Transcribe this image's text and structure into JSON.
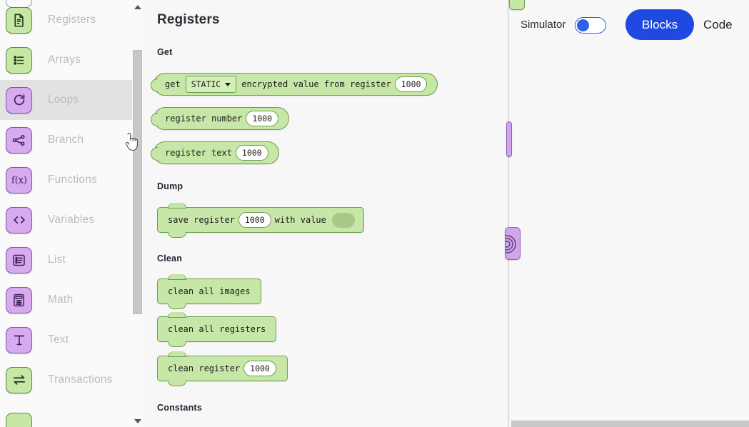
{
  "toolbox": {
    "categories": [
      {
        "label": "Registers",
        "icon": "document-icon",
        "color": "green",
        "selected": false
      },
      {
        "label": "Arrays",
        "icon": "list-icon",
        "color": "green",
        "selected": false
      },
      {
        "label": "Loops",
        "icon": "loop-icon",
        "color": "purple",
        "selected": true
      },
      {
        "label": "Branch",
        "icon": "branch-icon",
        "color": "purple",
        "selected": false
      },
      {
        "label": "Functions",
        "icon": "function-icon",
        "color": "purple",
        "selected": false
      },
      {
        "label": "Variables",
        "icon": "code-icon",
        "color": "purple",
        "selected": false
      },
      {
        "label": "List",
        "icon": "list-icon",
        "color": "purple",
        "selected": false
      },
      {
        "label": "Math",
        "icon": "calculator-icon",
        "color": "purple",
        "selected": false
      },
      {
        "label": "Text",
        "icon": "text-icon",
        "color": "purple",
        "selected": false
      },
      {
        "label": "Transactions",
        "icon": "exchange-icon",
        "color": "green",
        "selected": false
      }
    ],
    "scroll_up_icon": "triangle-up-icon",
    "scroll_down_icon": "triangle-down-icon"
  },
  "flyout": {
    "title": "Registers",
    "groups": [
      {
        "label": "Get"
      },
      {
        "label": "Dump"
      },
      {
        "label": "Clean"
      },
      {
        "label": "Constants"
      }
    ],
    "blocks": {
      "get_encrypted": {
        "prefix": "get",
        "dropdown_value": "STATIC",
        "middle": "encrypted value from register",
        "register": "1000"
      },
      "register_number": {
        "label": "register number",
        "value": "1000"
      },
      "register_text": {
        "label": "register text",
        "value": "1000"
      },
      "save_register": {
        "prefix": "save register",
        "value": "1000",
        "suffix": "with value"
      },
      "clean_all_images": {
        "label": "clean all images"
      },
      "clean_all_registers": {
        "label": "clean all registers"
      },
      "clean_register": {
        "label": "clean register",
        "value": "1000"
      }
    }
  },
  "toolbar": {
    "simulator_label": "Simulator",
    "simulator_on": false,
    "blocks_label": "Blocks",
    "code_label": "Code",
    "accent_color": "#1f49e0"
  }
}
